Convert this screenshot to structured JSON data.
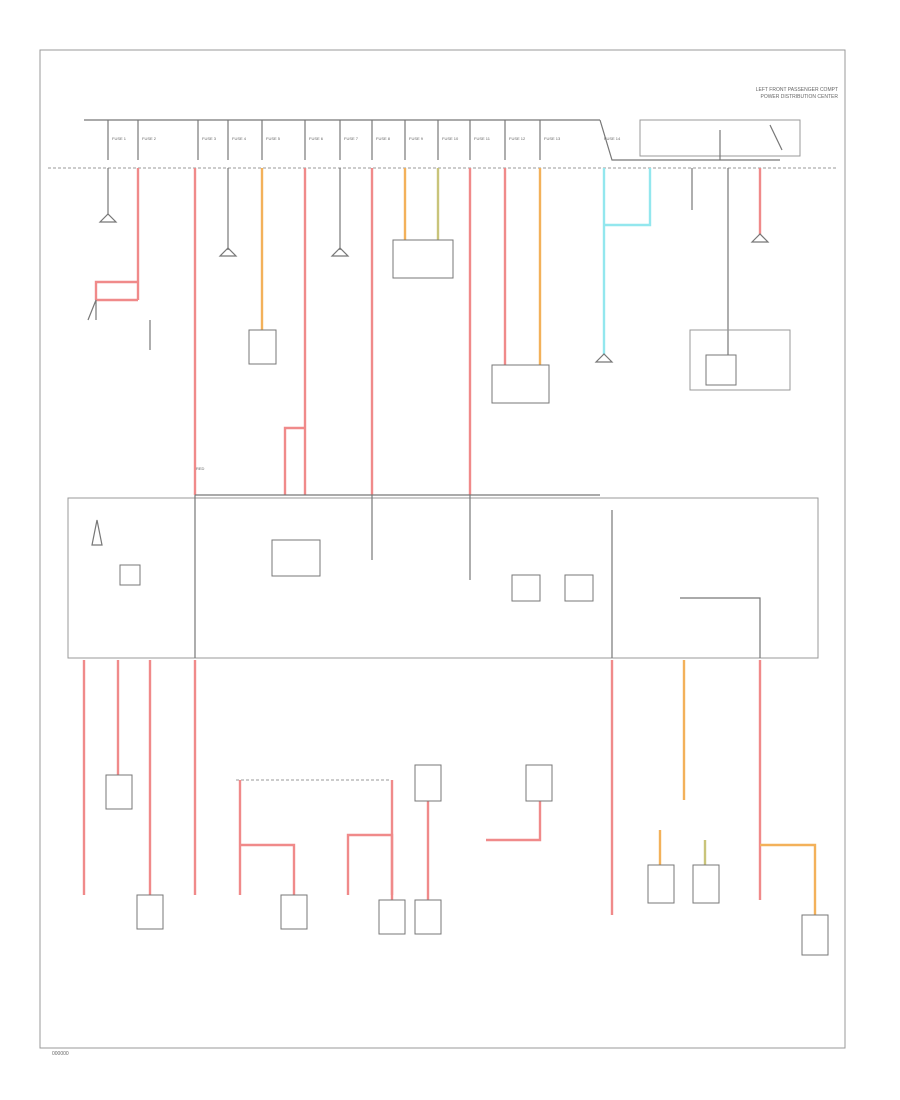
{
  "diagram": {
    "title_line1": "LEFT FRONT PASSENGER COMPT",
    "title_line2": "POWER DISTRIBUTION CENTER",
    "fuse_labels": [
      "FUSE 1",
      "FUSE 2",
      "FUSE 3",
      "FUSE 4",
      "FUSE 5",
      "FUSE 6",
      "FUSE 7",
      "FUSE 8",
      "FUSE 9",
      "FUSE 10",
      "FUSE 11",
      "FUSE 12",
      "FUSE 13",
      "FUSE 14"
    ],
    "wire_label": "RED",
    "footer_code": "000000",
    "colors": {
      "red": "#f08a8a",
      "orange": "#f3b15a",
      "cyan": "#93e7ee",
      "olive": "#c9c47a",
      "line": "#777777",
      "frame": "#999999"
    }
  }
}
